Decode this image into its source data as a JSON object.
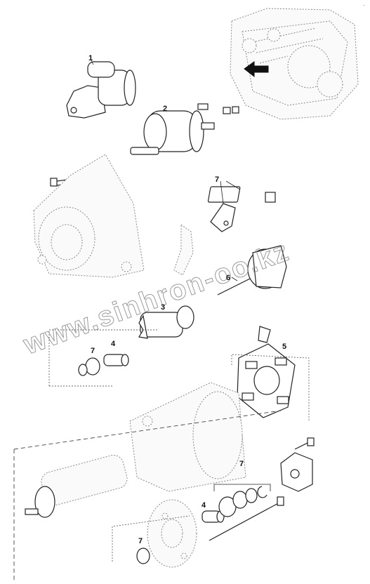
{
  "corner_mark": "..",
  "watermark": "www.sinhron-oo.kz",
  "callouts": {
    "starter": "1",
    "solenoid": "2",
    "pinion_drive": "3",
    "bushing_upper": "4",
    "bushing_lower": "4",
    "brush_holder": "5",
    "engaging_lever": "6",
    "brush_kit": "7",
    "seal_upper": "7",
    "seal_kit": "7",
    "seal_lower": "7"
  },
  "colors": {
    "line": "#222222",
    "ghost_line": "#8a8a8a",
    "background": "#ffffff"
  }
}
